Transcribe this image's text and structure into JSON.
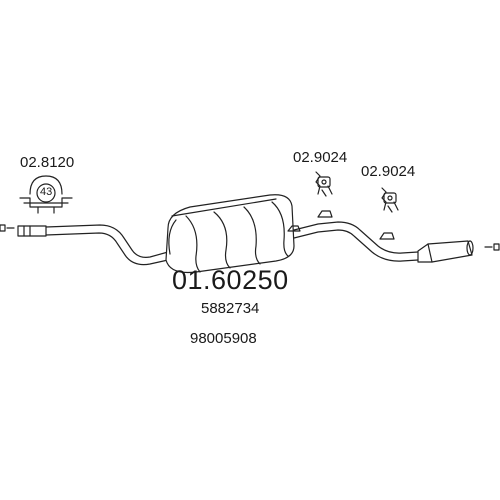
{
  "parts": {
    "clamp": {
      "code": "02.8120",
      "size": "43"
    },
    "hanger_1": {
      "code": "02.9024"
    },
    "hanger_2": {
      "code": "02.9024"
    },
    "muffler": {
      "code": "01.60250"
    }
  },
  "oem_numbers": [
    "5882734",
    "98005908"
  ],
  "colors": {
    "line": "#222222",
    "fill": "#ffffff"
  }
}
